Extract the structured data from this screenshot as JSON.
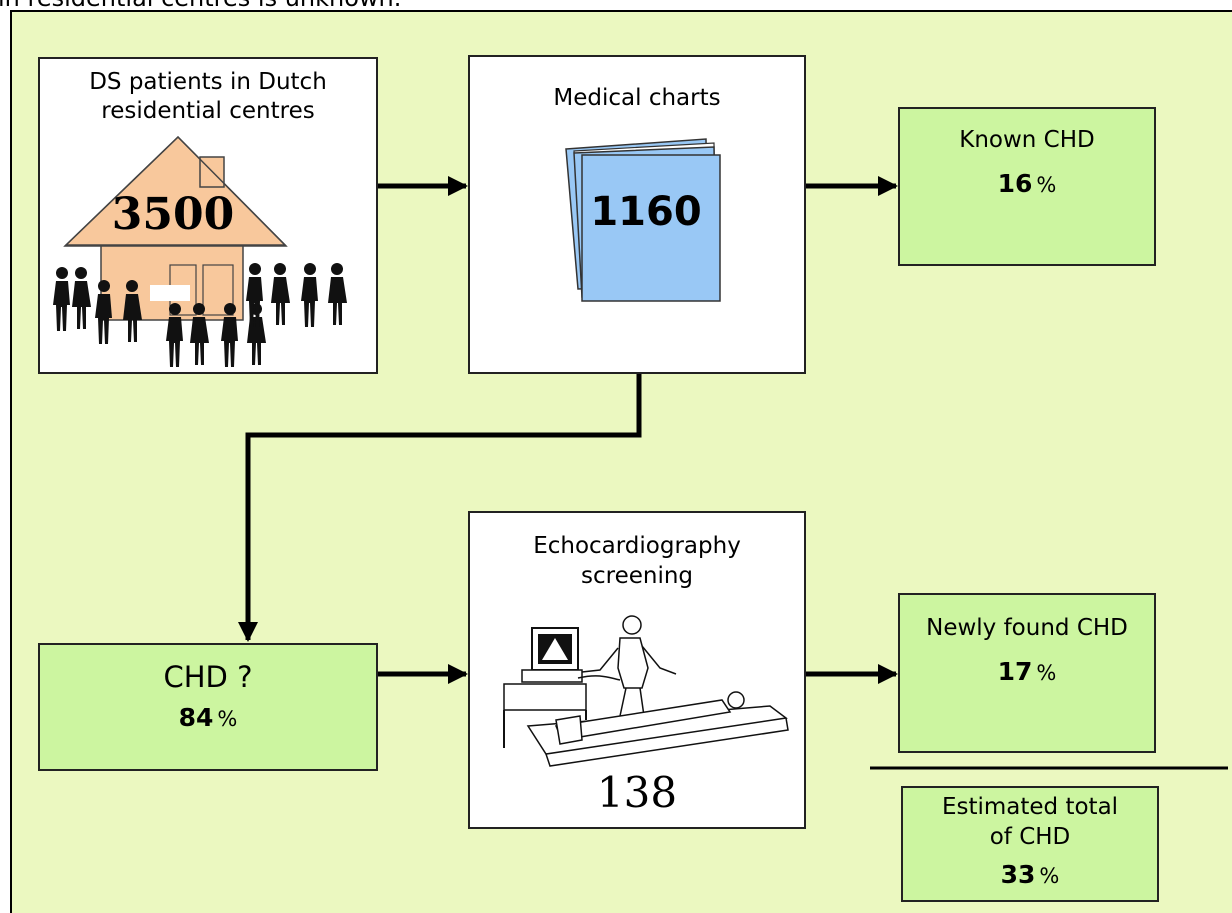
{
  "caption_fragment": "in residential centres is unknown.",
  "nodes": {
    "dutch_centres": {
      "title_line1": "DS patients in Dutch",
      "title_line2": "residential centres",
      "count": "3500"
    },
    "medical_charts": {
      "title": "Medical charts",
      "count": "1160"
    },
    "known_chd": {
      "title": "Known CHD",
      "value": "16",
      "unit": "%"
    },
    "chd_unknown": {
      "title": "CHD ?",
      "value": "84",
      "unit": "%"
    },
    "echo": {
      "title_line1": "Echocardiography",
      "title_line2": "screening",
      "count": "138"
    },
    "newly_found": {
      "title": "Newly found CHD",
      "value": "17",
      "unit": "%"
    },
    "estimated_total": {
      "title_line1": "Estimated total",
      "title_line2": "of CHD",
      "value": "33",
      "unit": "%"
    }
  },
  "colors": {
    "panel_bg": "#ebf8c0",
    "result_box": "#ccf5a0",
    "house": "#f8c89c",
    "charts": "#99c8f5",
    "people": "#111111"
  }
}
